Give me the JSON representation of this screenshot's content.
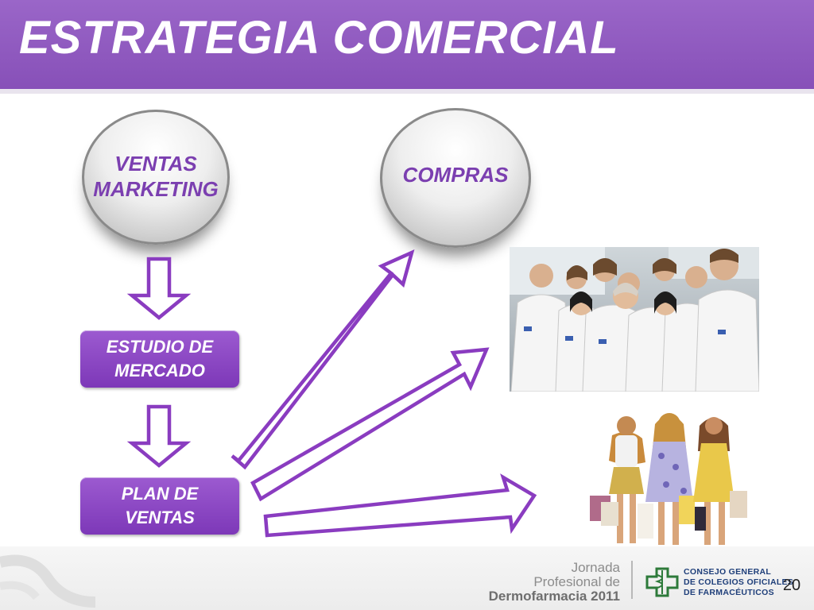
{
  "slide": {
    "title": "ESTRATEGIA COMERCIAL",
    "page_number": "20"
  },
  "diagram": {
    "spheres": [
      {
        "id": "ventas-marketing",
        "lines": [
          "VENTAS",
          "MARKETING"
        ]
      },
      {
        "id": "compras",
        "lines": [
          "COMPRAS"
        ]
      }
    ],
    "boxes": [
      {
        "id": "estudio-de-mercado",
        "label": "ESTUDIO DE\nMERCADO"
      },
      {
        "id": "plan-de-ventas",
        "label": "PLAN DE\nVENTAS"
      }
    ],
    "flow": [
      {
        "from": "VENTAS MARKETING",
        "to": "ESTUDIO DE MERCADO"
      },
      {
        "from": "ESTUDIO DE MERCADO",
        "to": "PLAN DE VENTAS"
      },
      {
        "from": "PLAN DE VENTAS",
        "to": "COMPRAS"
      },
      {
        "from": "PLAN DE VENTAS",
        "to": "photo-pharmacy-staff"
      },
      {
        "from": "PLAN DE VENTAS",
        "to": "photo-shoppers"
      }
    ]
  },
  "footer": {
    "jornada_line1": "Jornada",
    "jornada_line2": "Profesional de",
    "jornada_line3": "Dermofarmacia 2011",
    "council_line1": "CONSEJO GENERAL",
    "council_line2": "DE COLEGIOS OFICIALES",
    "council_line3": "DE FARMACÉUTICOS"
  },
  "colors": {
    "header": "#8a54bb",
    "accent_purple": "#7d38b8",
    "label_purple": "#7b3fb0",
    "footer_navy": "#1f3f7a"
  }
}
